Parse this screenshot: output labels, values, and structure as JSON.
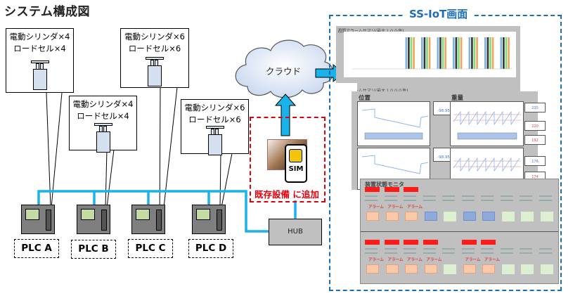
{
  "page": {
    "title": "システム構成図"
  },
  "equipment_groups": [
    {
      "cylinders": "電動シリンダ×4",
      "loadcells": "ロードセル×4",
      "plc": "PLC A"
    },
    {
      "cylinders": "電動シリンダ×4",
      "loadcells": "ロードセル×4",
      "plc": "PLC B"
    },
    {
      "cylinders": "電動シリンダ×6",
      "loadcells": "ロードセル×6",
      "plc": "PLC C"
    },
    {
      "cylinders": "電動シリンダ×6",
      "loadcells": "ロードセル×6",
      "plc": "PLC D"
    }
  ],
  "network": {
    "hub_label": "HUB",
    "cloud_label": "クラウド",
    "sim_label": "SIM",
    "addition_note": "既存設備 に追加",
    "line_color": "#19b2ea",
    "addition_color": "#e0000a"
  },
  "ssiot": {
    "title": "SS-IoT画面",
    "frame_color": "#1b6db6",
    "weekly_summary_title": "週間アラームサマリ(最大１００件)",
    "monthly_summary_title": "月間アラームサマリ(最大１０００件)",
    "position_title": "位置",
    "weight_title": "重量",
    "position_values": [
      "-98.95",
      "-98.95"
    ],
    "weight_values": [
      "235",
      "220",
      "192",
      "176",
      "174"
    ],
    "monitor_title": "装置状態モニタ",
    "alarm_label": "アラーム",
    "summary_series_colors": [
      "#7fb3e8",
      "#333333",
      "#7ddc7d",
      "#f5a35c"
    ]
  }
}
